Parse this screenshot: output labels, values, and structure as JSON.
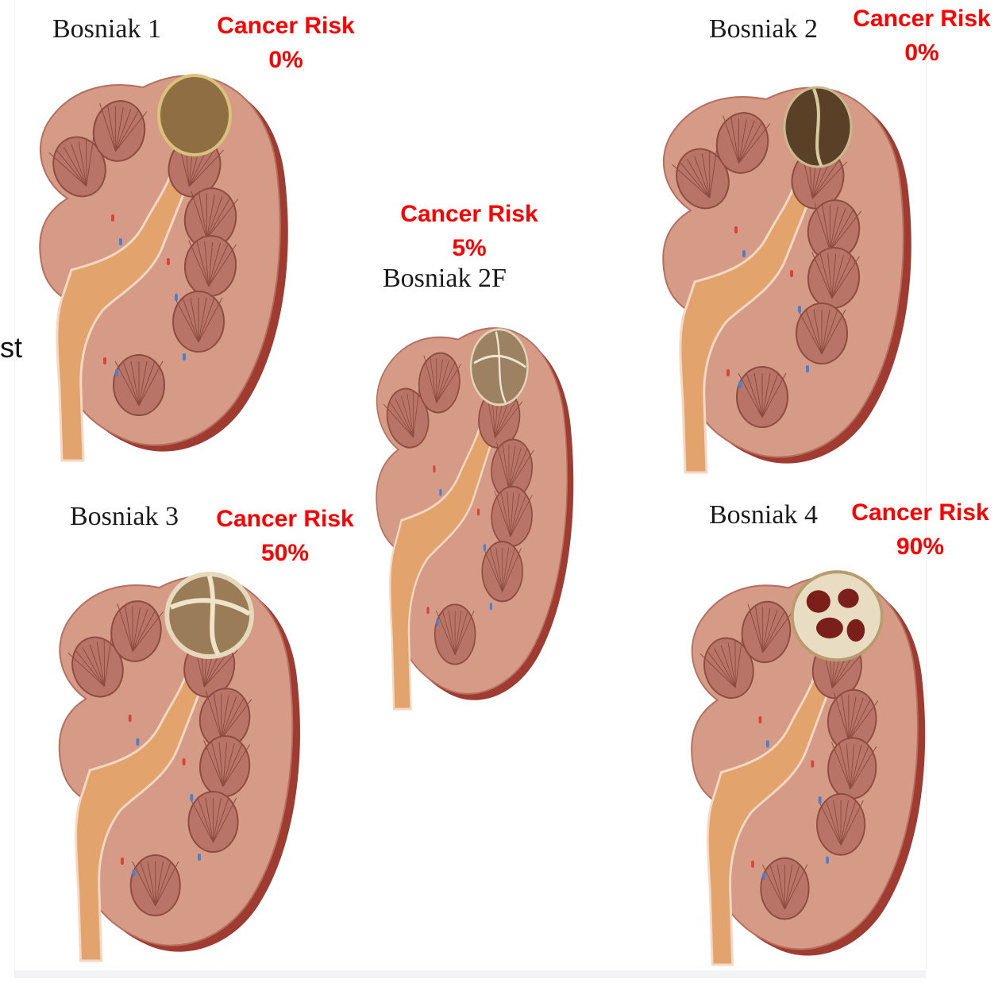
{
  "stray_text": "st",
  "stages": [
    {
      "id": "bosniak-1",
      "title": "Bosniak 1",
      "risk_label": "Cancer Risk",
      "risk_value": "0%",
      "cyst": "simple"
    },
    {
      "id": "bosniak-2",
      "title": "Bosniak 2",
      "risk_label": "Cancer Risk",
      "risk_value": "0%",
      "cyst": "septate"
    },
    {
      "id": "bosniak-2f",
      "title": "Bosniak 2F",
      "risk_label": "Cancer Risk",
      "risk_value": "5%",
      "cyst": "multiseptate"
    },
    {
      "id": "bosniak-3",
      "title": "Bosniak 3",
      "risk_label": "Cancer Risk",
      "risk_value": "50%",
      "cyst": "thick-septate"
    },
    {
      "id": "bosniak-4",
      "title": "Bosniak 4",
      "risk_label": "Cancer Risk",
      "risk_value": "90%",
      "cyst": "solid-enhancing"
    }
  ],
  "colors": {
    "risk_text": "#ff0000",
    "kidney_cortex": "#d59b86",
    "kidney_capsule": "#9f3b30",
    "kidney_hilum": "#e2a36d",
    "pyramid": "#b87466",
    "simple_cyst": "#8f6e44",
    "septate_cyst": "#5a4026",
    "complex_cyst_wall": "#e8dcc2",
    "complex_cyst_inner": "#7a1f1a"
  }
}
